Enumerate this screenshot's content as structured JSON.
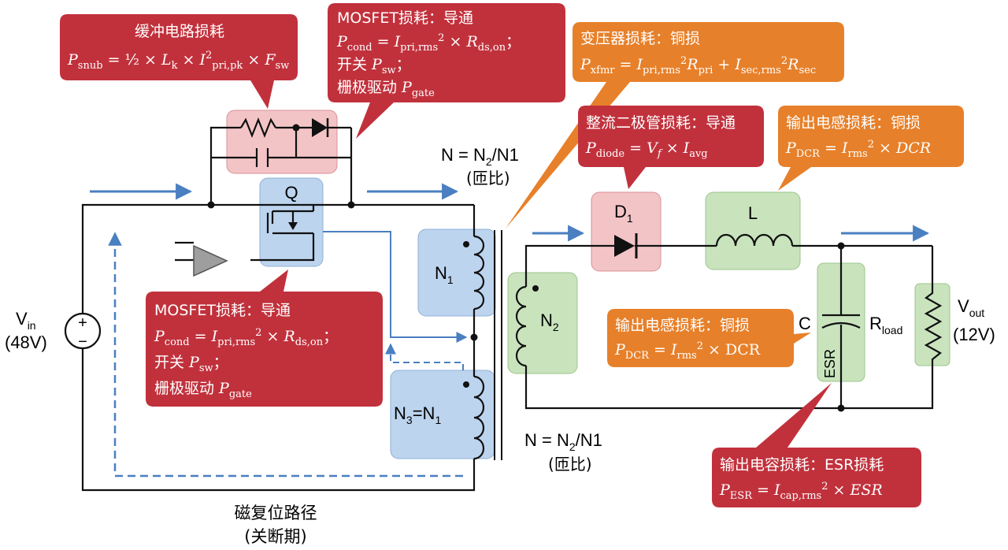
{
  "colors": {
    "callout_red": "#c1313c",
    "callout_orange": "#e7802a",
    "block_blue": "#bcd4ee",
    "block_green": "#c9e4bd",
    "block_pink": "#f3c4c6",
    "arrow_blue": "#4a7fc1",
    "wire": "#111111"
  },
  "labels": {
    "vin": "V",
    "vin_sub": "in",
    "vin_value": "(48V)",
    "q": "Q",
    "turns_ratio_top": "N = N",
    "turns_ratio_top_sub": "2",
    "turns_ratio_top_tail": "/N1",
    "turns_ratio_note_top": "(匝比)",
    "turns_ratio_bottom": "N = N",
    "turns_ratio_bottom_sub": "2",
    "turns_ratio_bottom_tail": "/N1",
    "turns_ratio_note_bottom": "(匝比)",
    "n1": "N",
    "n1_sub": "1",
    "n2": "N",
    "n2_sub": "2",
    "n3": "N",
    "n3_sub": "3",
    "n3_eq": "=N",
    "n3_eq_sub": "1",
    "d1": "D",
    "d1_sub": "1",
    "l": "L",
    "c": "C",
    "esr": "ESR",
    "rload": "R",
    "rload_sub": "load",
    "vout": "V",
    "vout_sub": "out",
    "vout_value": "(12V)",
    "reset_path": "磁复位路径",
    "reset_path_note": "(关断期)",
    "plus": "+",
    "minus": "−"
  },
  "callouts": {
    "snubber": {
      "title": "缓冲电路损耗",
      "formula": "P_snub = 1/2 × L_k × I²_pri,pk × F_sw"
    },
    "mosfet_top": {
      "title": "MOSFET损耗：导通",
      "formula": "P_cond = I_pri,rms² × R_ds,on；",
      "switch": "开关 P_sw；",
      "gate": "栅极驱动 P_gate"
    },
    "transformer": {
      "title": "变压器损耗：铜损",
      "formula": "P_xfmr = I_pri,rms² R_pri + I_sec,rms² R_sec"
    },
    "diode": {
      "title": "整流二极管损耗：导通",
      "formula": "P_diode = V_f × I_avg"
    },
    "inductor_top": {
      "title": "输出电感损耗：铜损",
      "formula": "P_DCR = I_rms² × DCR"
    },
    "mosfet_bottom": {
      "title": "MOSFET损耗：导通",
      "formula": "P_cond = I_pri,rms² × R_ds,on；",
      "switch": "开关 P_sw；",
      "gate": "栅极驱动 P_gate"
    },
    "inductor_mid": {
      "title": "输出电感损耗：铜损",
      "formula": "P_DCR = I_rms² × DCR"
    },
    "capacitor": {
      "title": "输出电容损耗：ESR损耗",
      "formula": "P_ESR = I_cap,rms² × ESR"
    }
  }
}
